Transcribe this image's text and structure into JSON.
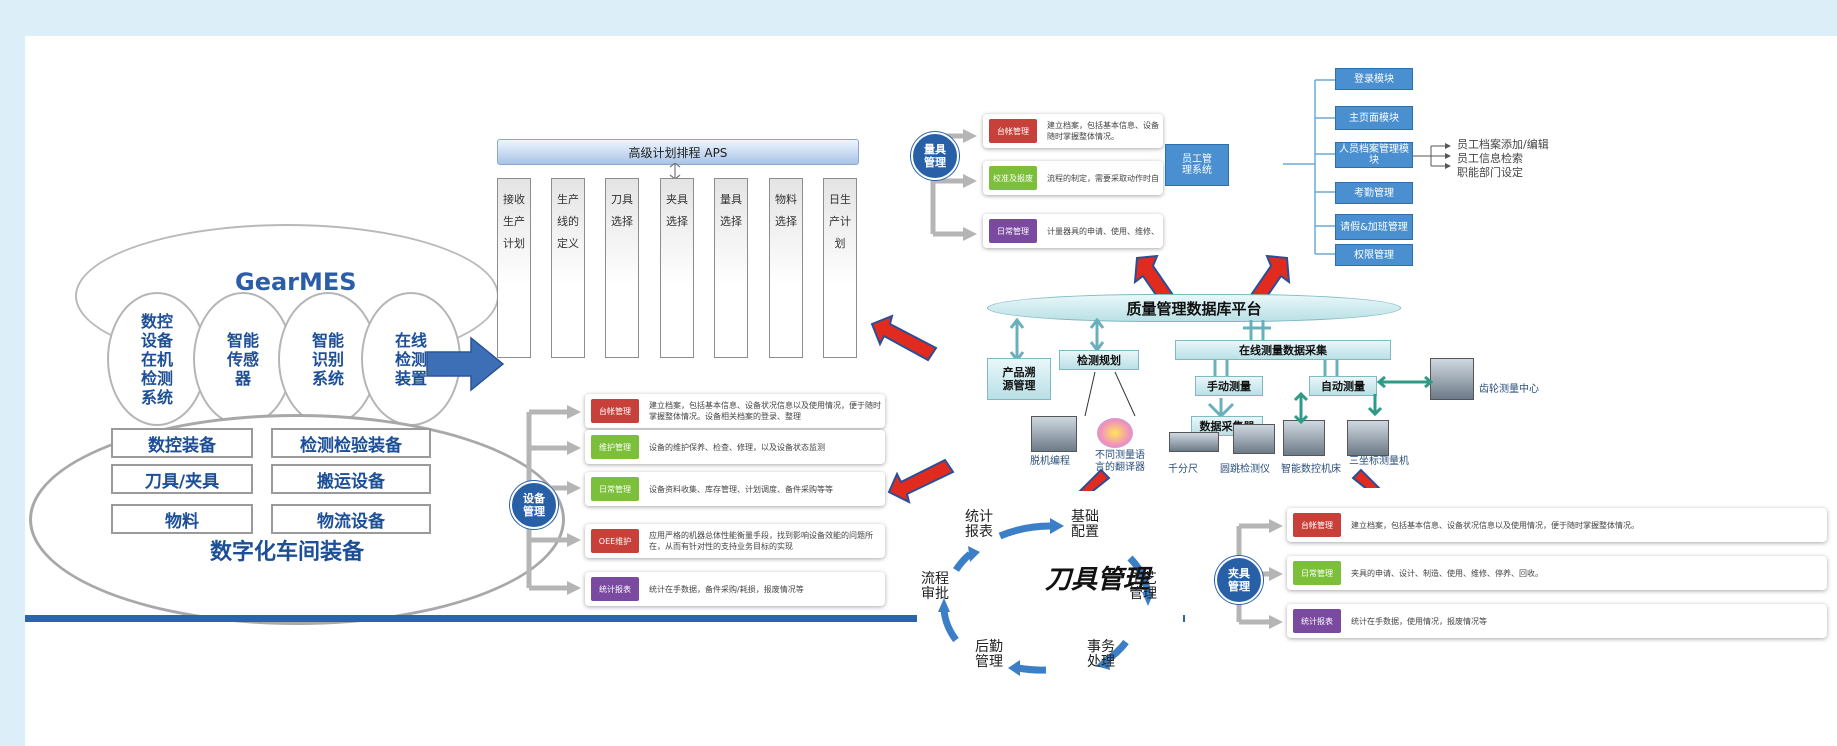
{
  "left": {
    "gearmes": "GearMES",
    "systems": [
      "数控\n设备\n在机\n检测\n系统",
      "智能\n传感\n器",
      "智能\n识别\n系统",
      "在线\n检测\n装置"
    ],
    "equipment": [
      "数控装备",
      "检测检验装备",
      "刀具/夹具",
      "搬运设备",
      "物料",
      "物流设备"
    ],
    "equipment_title": "数字化车间装备"
  },
  "aps": {
    "title": "高级计划排程 APS",
    "columns": [
      "接收生产计划",
      "生产线的定义",
      "刀具选择",
      "夹具选择",
      "量具选择",
      "物料选择",
      "日生产计划"
    ]
  },
  "equipment_mgmt": {
    "badge": "设备\n管理",
    "items": [
      {
        "tag": "台帐管理",
        "text": "建立档案，包括基本信息、设备状况信息以及使用情况，便于随时掌握整体情况。设备相关档案的登录、整理",
        "color": "#c8403a"
      },
      {
        "tag": "维护管理",
        "text": "设备的维护保养、检查、修理，以及设备状态监测",
        "color": "#7bbf3a"
      },
      {
        "tag": "日常管理",
        "text": "设备资料收集、库存管理、计划调度、备件采购等等",
        "color": "#7bbf3a"
      },
      {
        "tag": "OEE维护",
        "text": "应用严格的机器总体性能衡量手段，找到影响设备效能的问题所在，从而有针对性的支持业务目标的实现",
        "color": "#c8403a"
      },
      {
        "tag": "统计报表",
        "text": "统计在手数据，备件采购/耗损，报废情况等",
        "color": "#7a4aa0"
      }
    ]
  },
  "gauge_mgmt": {
    "badge": "量具\n管理",
    "items": [
      {
        "tag": "台帐管理",
        "text": "建立档案，包括基本信息、设备\n随时掌握整体情况。",
        "color": "#c8403a"
      },
      {
        "tag": "校准及报废",
        "text": "流程的制定，需要采取动作时自",
        "color": "#7bbf3a"
      },
      {
        "tag": "日常管理",
        "text": "计量器具的申请、使用、维修、",
        "color": "#7a4aa0"
      }
    ]
  },
  "fixture_mgmt": {
    "badge": "夹具\n管理",
    "items": [
      {
        "tag": "台帐管理",
        "text": "建立档案，包括基本信息、设备状况信息以及使用情况，便于随时掌握整体情况。",
        "color": "#c8403a"
      },
      {
        "tag": "日常管理",
        "text": "夹具的申请、设计、制造、使用、维修、停养、回收。",
        "color": "#7bbf3a"
      },
      {
        "tag": "统计报表",
        "text": "统计在手数据，使用情况，报废情况等",
        "color": "#7a4aa0"
      }
    ]
  },
  "staff_system": {
    "root": "员工管\n理系统",
    "modules": [
      "登录模块",
      "主页面模块",
      "人员档案管理模块",
      "考勤管理",
      "请假&加班管理",
      "权限管理"
    ],
    "sub": [
      "员工档案添加/编辑",
      "员工信息检索",
      "职能部门设定"
    ]
  },
  "quality": {
    "db": "质量管理数据库平台",
    "online": "在线测量数据采集",
    "product_trace": "产品溯\n源管理",
    "inspect_plan": "检测规划",
    "manual": "手动测量",
    "auto": "自动测量",
    "collector": "数据采集器",
    "devices": [
      "脱机编程",
      "不同测量语\n言的翻译器",
      "千分尺",
      "圆跳检测仪",
      "智能数控机床",
      "三坐标测量机",
      "齿轮测量中心"
    ]
  },
  "tool_mgmt": {
    "title": "刀具管理",
    "items": [
      "统计\n报表",
      "基础\n配置",
      "工艺\n管理",
      "事务\n处理",
      "后勤\n管理",
      "流程\n审批"
    ]
  }
}
